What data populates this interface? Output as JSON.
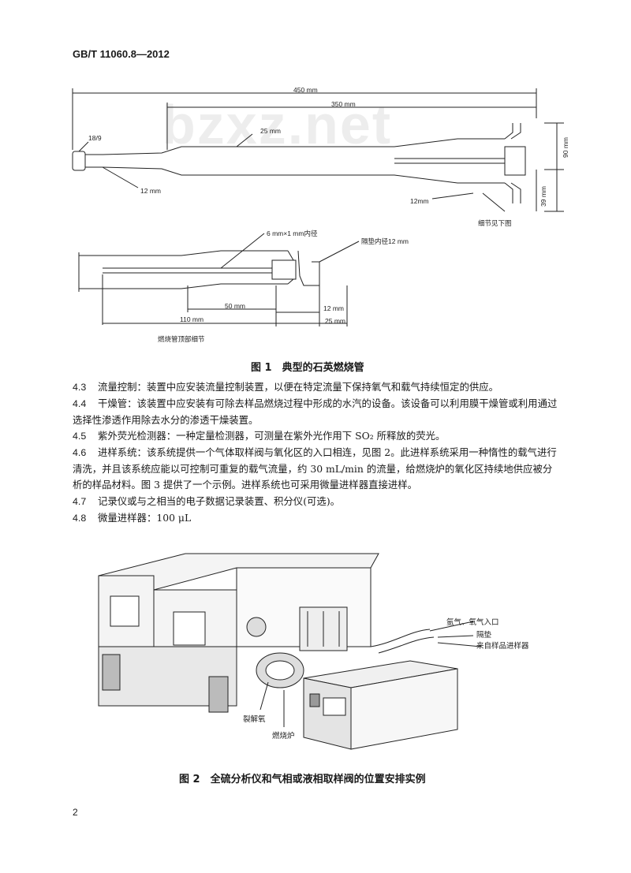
{
  "header": {
    "standard_id": "GB/T 11060.8—2012"
  },
  "watermark": "bzxz.net",
  "figure1": {
    "labels": {
      "dim_450": "450 mm",
      "dim_350": "350 mm",
      "dim_25": "25 mm",
      "dim_18_9": "18/9",
      "dim_12_left": "12 mm",
      "dim_12_right": "12mm",
      "dim_90": "90 mm",
      "dim_39": "39 mm",
      "detail_note": "细节见下图",
      "inner_tube": "6 mm×1 mm内径",
      "septum": "隔垫内径12 mm",
      "dim_50": "50 mm",
      "dim_12_b": "12 mm",
      "dim_110": "110 mm",
      "dim_25_b": "25 mm",
      "detail_caption": "燃烧管顶部细节"
    },
    "caption": "图 1　典型的石英燃烧管"
  },
  "clauses": [
    {
      "num": "4.3",
      "text": "流量控制：装置中应安装流量控制装置，以便在特定流量下保持氧气和载气持续恒定的供应。"
    },
    {
      "num": "4.4",
      "text": "干燥管：该装置中应安装有可除去样品燃烧过程中形成的水汽的设备。该设备可以利用膜干燥管或利用通过选择性渗透作用除去水分的渗透干燥装置。"
    },
    {
      "num": "4.5",
      "text": "紫外荧光检测器：一种定量检测器，可测量在紫外光作用下 SO₂ 所释放的荧光。"
    },
    {
      "num": "4.6",
      "text": "进样系统：该系统提供一个气体取样阀与氧化区的入口相连，见图 2。此进样系统采用一种惰性的载气进行清洗，并且该系统应能以可控制可重复的载气流量，约 30 mL/min 的流量，给燃烧炉的氧化区持续地供应被分析的样品材料。图 3 提供了一个示例。进样系统也可采用微量进样器直接进样。"
    },
    {
      "num": "4.7",
      "text": "记录仪或与之相当的电子数据记录装置、积分仪(可选)。"
    },
    {
      "num": "4.8",
      "text": "微量进样器：100 μL"
    }
  ],
  "figure2": {
    "labels": {
      "gas_inlet": "氩气、氧气入口",
      "septum": "隔垫",
      "from_sampler": "来自样品进样器",
      "pyro_oxygen": "裂解氧",
      "furnace": "燃烧炉"
    },
    "caption": "图 2　全硫分析仪和气相或液相取样阀的位置安排实例"
  },
  "page_number": "2"
}
